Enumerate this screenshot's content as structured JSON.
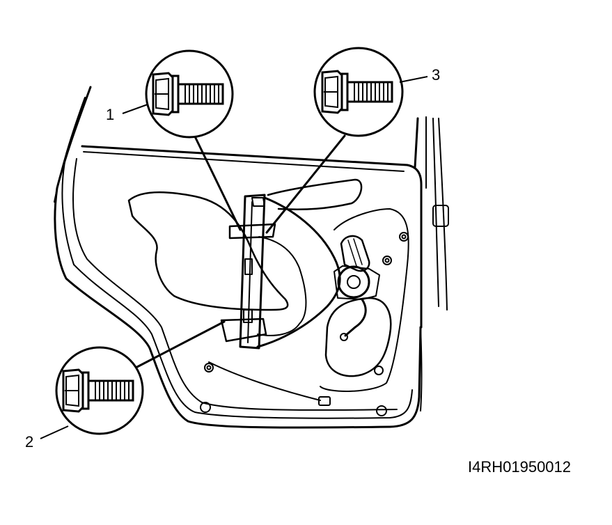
{
  "callouts": [
    {
      "id": "1",
      "label": "1"
    },
    {
      "id": "2",
      "label": "2"
    },
    {
      "id": "3",
      "label": "3"
    }
  ],
  "figure_code": "I4RH01950012",
  "colors": {
    "ink": "#000000",
    "paper": "#ffffff"
  },
  "icons": [
    "bolt-icon"
  ]
}
